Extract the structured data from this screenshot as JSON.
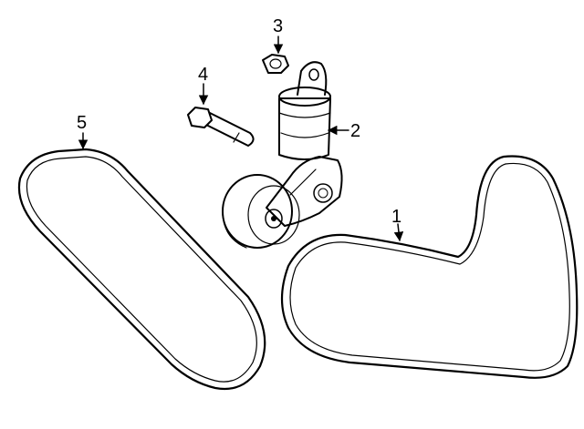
{
  "diagram": {
    "callouts": [
      {
        "id": "1",
        "label": "1",
        "part": "serpentine-belt"
      },
      {
        "id": "2",
        "label": "2",
        "part": "belt-tensioner"
      },
      {
        "id": "3",
        "label": "3",
        "part": "nut"
      },
      {
        "id": "4",
        "label": "4",
        "part": "bolt"
      },
      {
        "id": "5",
        "label": "5",
        "part": "accessory-belt"
      }
    ],
    "colors": {
      "line": "#000000",
      "background": "#ffffff"
    }
  }
}
